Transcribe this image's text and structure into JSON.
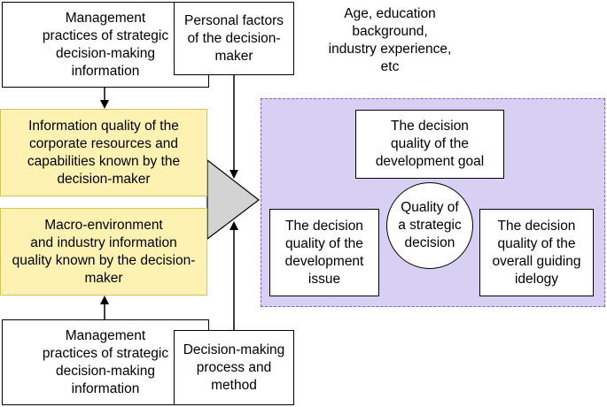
{
  "boxes": {
    "mgmt_top": "Management\npractices of strategic\ndecision-making\ninformation",
    "personal": "Personal factors\nof the decision-\nmaker",
    "age_note": "Age, education\nbackground,\nindustry experience,\netc",
    "info_quality": "Information quality of the\ncorporate resources and\ncapabilities known by the\ndecision-maker",
    "macro": "Macro-environment\nand industry information\nquality known by the decision-\nmaker",
    "mgmt_bottom": "Management\npractices of strategic\ndecision-making\ninformation",
    "process": "Decision-making\nprocess and\nmethod"
  },
  "panel": {
    "goal": "The decision\nquality of the\ndevelopment goal",
    "issue": "The decision\nquality of the\ndevelopment\nissue",
    "guiding": "The decision\nquality of the\noverall guiding\nidelogy",
    "center": "Quality of\na strategic\ndecision"
  },
  "colors": {
    "yellow_fill": "#fdf2b2",
    "panel_fill": "#d8d0f3",
    "triangle_fill": "#d3d3d3"
  }
}
